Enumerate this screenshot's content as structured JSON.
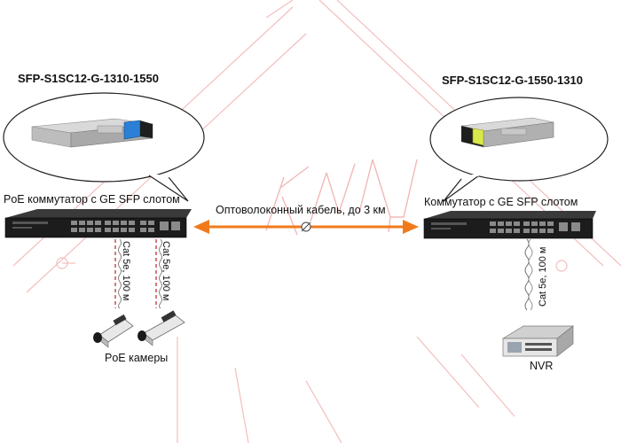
{
  "left": {
    "sfp_model": "SFP-S1SC12-G-1310-1550",
    "switch_label": "PoE коммутатор с GE SFP слотом",
    "cable1_label": "Cat 5e, 100 м",
    "cable2_label": "Cat 5e, 100 м",
    "cameras_label": "PoE камеры",
    "sfp_color": "#2a7fd6"
  },
  "right": {
    "sfp_model": "SFP-S1SC12-G-1550-1310",
    "switch_label": "Коммутатор с GE SFP слотом",
    "cable_label": "Cat 5e, 100 м",
    "nvr_label": "NVR",
    "sfp_color": "#d8e84a"
  },
  "link": {
    "label": "Оптоволоконный кабель, до  3 км",
    "color": "#f07a1a"
  },
  "watermark": {
    "text": "КИЦ",
    "color": "#f2b8b8"
  }
}
